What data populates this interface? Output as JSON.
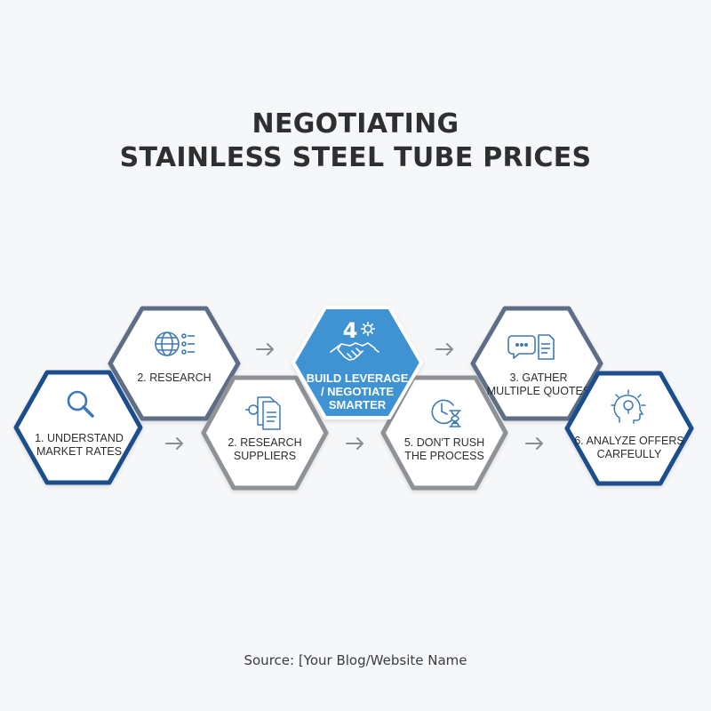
{
  "title": {
    "line1": "NEGOTIATING",
    "line2": "STAINLESS STEEL TUBE PRICES"
  },
  "steps": {
    "understand": {
      "line1": "1. UNDERSTAND",
      "line2": "MARKET RATES",
      "icon": "magnifier-icon"
    },
    "research_top": {
      "line1": "2. RESEARCH",
      "icon": "globe-network-icon"
    },
    "research_suppliers": {
      "line1": "2. RESEARCH",
      "line2": "SUPPLIERS",
      "icon": "documents-icon"
    },
    "leverage": {
      "number": "4",
      "line1": "BUILD LEVERAGE",
      "line2": "/ NEGOTIATE",
      "line3": "SMARTER",
      "icon": "handshake-icon"
    },
    "dont_rush": {
      "line1": "5. DON'T RUSH",
      "line2": "THE PROCESS",
      "icon": "clock-hourglass-icon"
    },
    "gather_quotes": {
      "line1": "3. GATHER",
      "line2": "MULTIPLE QUOTES",
      "icon": "chat-document-icon"
    },
    "analyze": {
      "line1": "6. ANALYZE OFFERS",
      "line2": "CARFEULLY",
      "icon": "lightbulb-head-icon"
    }
  },
  "colors": {
    "navy": "#1f4e8c",
    "slate": "#5d6e86",
    "gray": "#8e9195",
    "accent": "#3f93d3",
    "icon_blue": "#3d79b8"
  },
  "source": "Source: [Your Blog/Website Name"
}
